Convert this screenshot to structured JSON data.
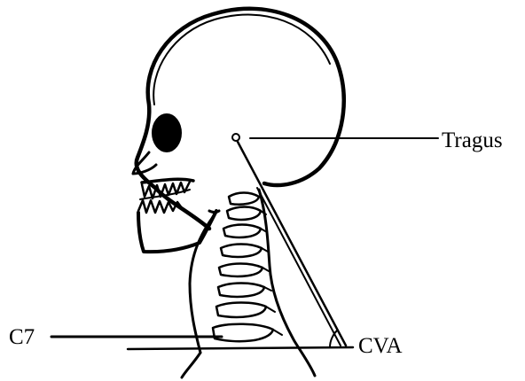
{
  "labels": {
    "tragus": "Tragus",
    "c7": "C7",
    "cva": "CVA"
  },
  "colors": {
    "ink": "#000000",
    "background": "#ffffff"
  }
}
